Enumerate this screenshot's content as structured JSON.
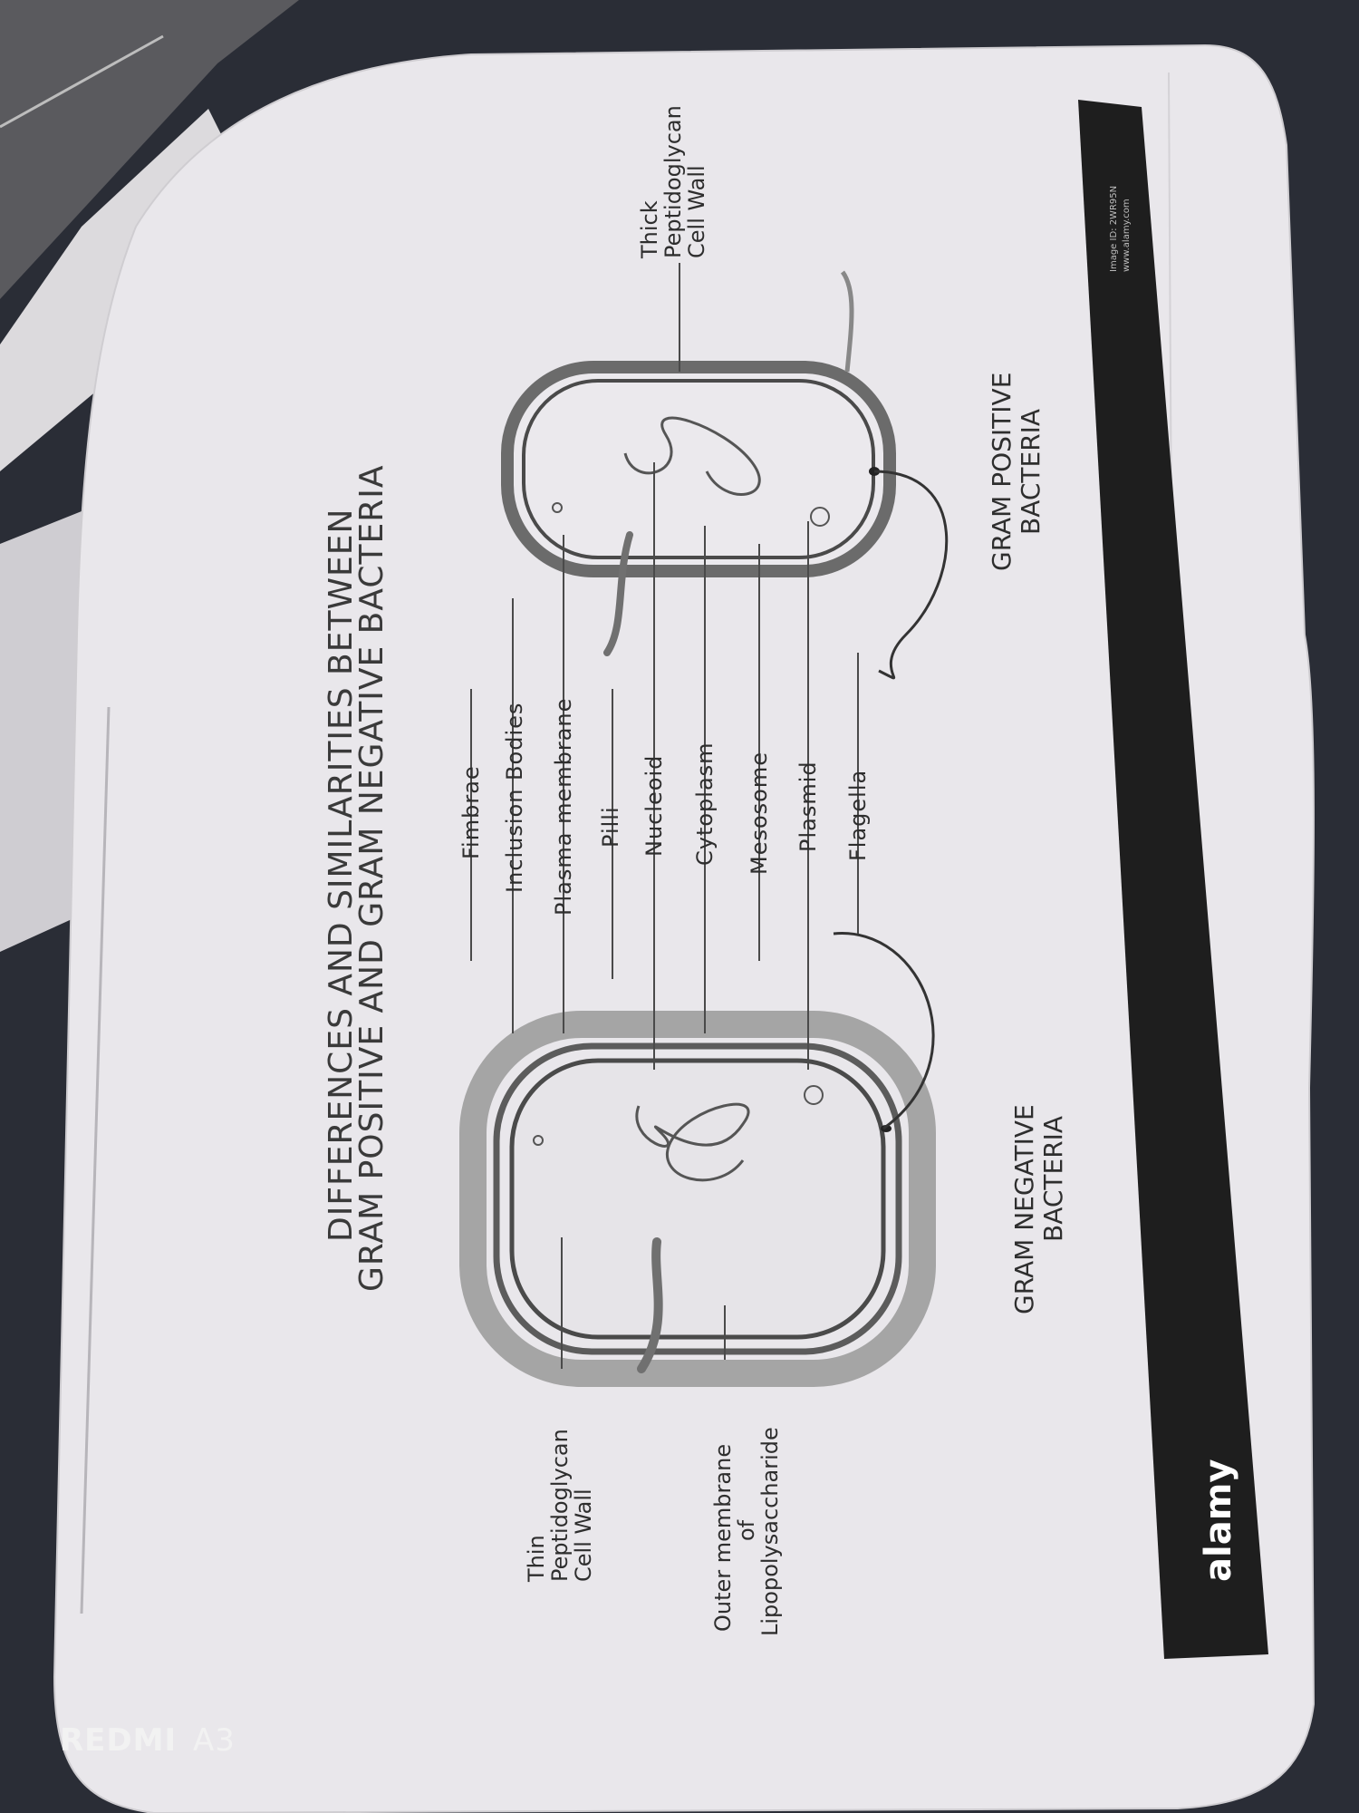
{
  "title": {
    "line1": "DIFFERENCES AND SIMILARITIES BETWEEN",
    "line2": "GRAM POSITIVE AND GRAM NEGATIVE BACTERIA"
  },
  "labels": {
    "fimbrae": "Fimbrae",
    "inclusion_bodies": "Inclusion Bodies",
    "plasma_membrane": "Plasma membrane",
    "pilli": "Pilli",
    "nucleoid": "Nucleoid",
    "cytoplasm": "Cytoplasm",
    "mesosome": "Mesosome",
    "plasmid": "Plasmid",
    "flagella": "Flagella"
  },
  "left_labels": {
    "thin_wall": [
      "Thin",
      "Peptidoglycan",
      "Cell Wall"
    ],
    "outer_membrane": [
      "Outer membrane",
      "of",
      "Lipopolysaccharide"
    ]
  },
  "right_labels": {
    "thick_wall": [
      "Thick",
      "Peptidoglycan",
      "Cell Wall"
    ]
  },
  "captions": {
    "gram_negative": [
      "GRAM NEGATIVE",
      "BACTERIA"
    ],
    "gram_positive": [
      "GRAM POSITIVE",
      "BACTERIA"
    ]
  },
  "footer": {
    "logo": "alamy",
    "image_id": "Image ID: 2WR95N",
    "website": "www.alamy.com"
  },
  "device_watermark": {
    "brand": "REDMI",
    "model": "A3"
  }
}
